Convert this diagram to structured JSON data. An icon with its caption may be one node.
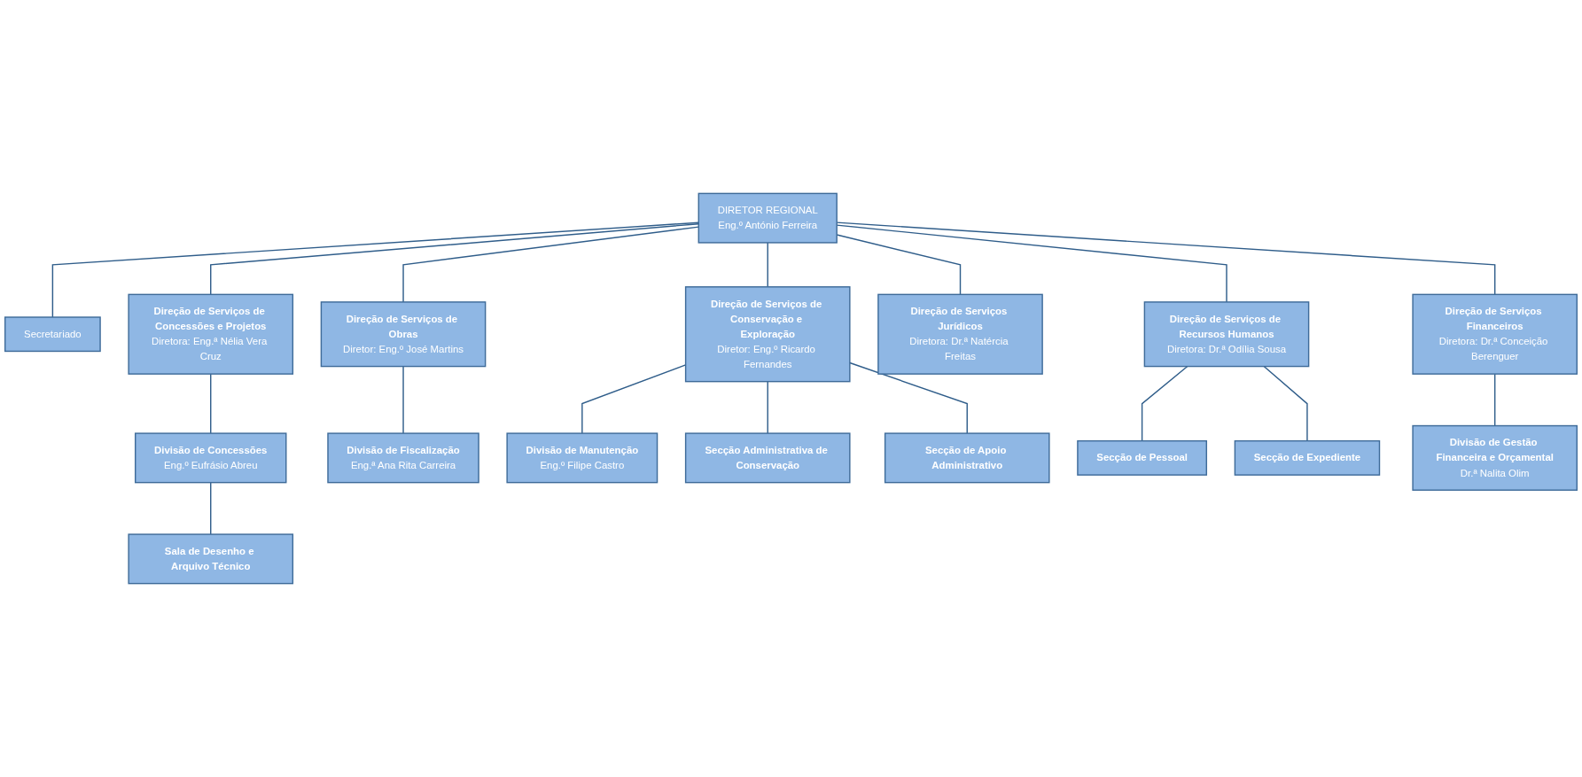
{
  "diagram": {
    "nodes": [
      {
        "text": [
          "DIRETOR REGIONAL",
          "Eng.º António Ferreira"
        ]
      },
      {
        "text": [
          "Secretariado"
        ]
      },
      {
        "text": [
          "Direção de Serviços de Concessões e Projetos",
          "Diretora: Eng.ª Nélia Vera Cruz"
        ]
      },
      {
        "text": [
          "Direção de Serviços de Obras",
          "Diretor: Eng.º José Martins"
        ]
      },
      {
        "text": [
          "Direção de Serviços de Conservação e Exploração",
          "Diretor: Eng.º Ricardo Fernandes"
        ]
      },
      {
        "text": [
          "Direção de Serviços Jurídicos",
          "Diretora: Dr.ª Natércia Freitas"
        ]
      },
      {
        "text": [
          "Direção de Serviços de Recursos Humanos",
          "Diretora: Dr.ª Odília Sousa"
        ]
      },
      {
        "text": [
          "Direção de Serviços Financeiros",
          "Diretora: Dr.ª Conceição Berenguer"
        ]
      },
      {
        "text": [
          "Divisão de Concessões",
          "Eng.º Eufrásio Abreu"
        ]
      },
      {
        "text": [
          "Sala de Desenho e Arquivo Técnico"
        ]
      },
      {
        "text": [
          "Divisão de Fiscalização",
          "Eng.ª Ana Rita Carreira"
        ]
      },
      {
        "text": [
          "Divisão de Manutenção",
          "Eng.º Filipe Castro"
        ]
      },
      {
        "text": [
          "Secção Administrativa de Conservação"
        ]
      },
      {
        "text": [
          "Secção de Apoio Administrativo"
        ]
      },
      {
        "text": [
          "Secção de Pessoal"
        ]
      },
      {
        "text": [
          "Secção de Expediente"
        ]
      },
      {
        "text": [
          "Divisão de Gestão Financeira e Orçamental",
          "Dr.ª Nalita Olim"
        ]
      }
    ],
    "edges": [
      {
        "from": 0,
        "to": 1,
        "arrow": "none"
      },
      {
        "from": 0,
        "to": 2,
        "arrow": "none"
      },
      {
        "from": 0,
        "to": 3,
        "arrow": "none"
      },
      {
        "from": 0,
        "to": 4,
        "arrow": "none"
      },
      {
        "from": 0,
        "to": 5,
        "arrow": "none"
      },
      {
        "from": 0,
        "to": 6,
        "arrow": "none"
      },
      {
        "from": 0,
        "to": 7,
        "arrow": "none"
      },
      {
        "from": 2,
        "to": 8,
        "arrow": "none"
      },
      {
        "from": 8,
        "to": 9,
        "arrow": "none"
      },
      {
        "from": 3,
        "to": 10,
        "arrow": "none"
      },
      {
        "from": 4,
        "to": 11,
        "arrow": "none"
      },
      {
        "from": 4,
        "to": 12,
        "arrow": "none"
      },
      {
        "from": 4,
        "to": 13,
        "arrow": "none"
      },
      {
        "from": 6,
        "to": 14,
        "arrow": "none"
      },
      {
        "from": 6,
        "to": 15,
        "arrow": "none"
      },
      {
        "from": 7,
        "to": 16,
        "arrow": "none"
      }
    ]
  }
}
